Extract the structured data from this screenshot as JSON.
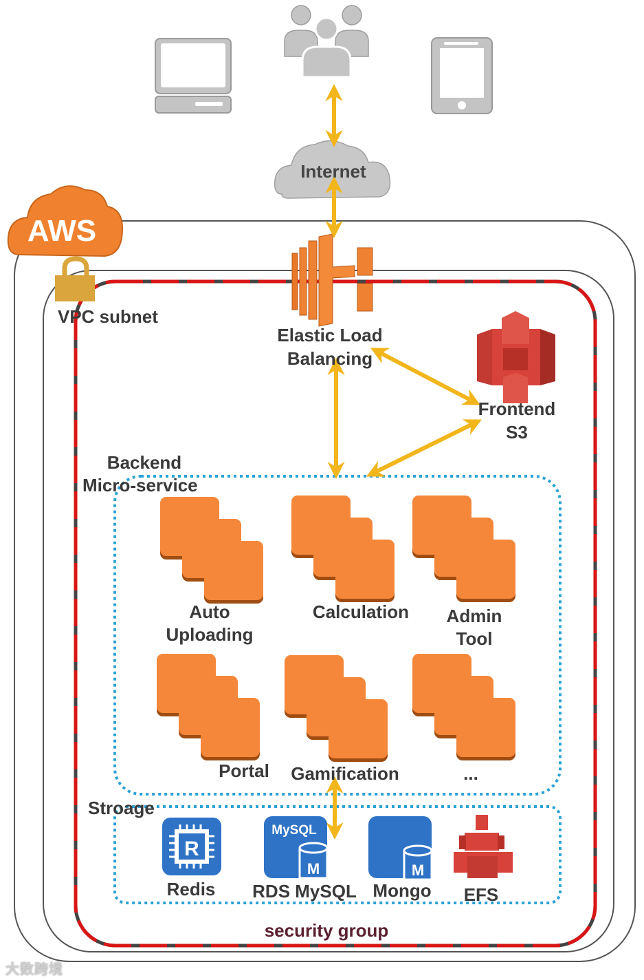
{
  "clients": {
    "desktop_icon": "desktop-computer-icon",
    "users_icon": "users-group-icon",
    "mobile_icon": "mobile-phone-icon"
  },
  "internet": {
    "label": "Internet",
    "icon": "cloud-icon"
  },
  "aws": {
    "label": "AWS",
    "icon": "aws-cloud-icon",
    "color": "#f0822f"
  },
  "vpc": {
    "label": "VPC  subnet",
    "icon": "lock-icon",
    "lock_color": "#d9a53c"
  },
  "elb": {
    "label_line1": "Elastic  Load",
    "label_line2": "Balancing",
    "icon": "elastic-load-balancing-icon",
    "color": "#f0822f"
  },
  "s3": {
    "label_line1": "Frontend",
    "label_line2": "S3",
    "icon": "s3-bucket-icon",
    "color": "#d7423a"
  },
  "backend": {
    "label_line1": "Backend",
    "label_line2": "Micro-service",
    "services": [
      {
        "line1": "Auto",
        "line2": "Uploading"
      },
      {
        "line1": "Calculation",
        "line2": ""
      },
      {
        "line1": "Admin",
        "line2": "Tool"
      },
      {
        "line1": "Portal",
        "line2": ""
      },
      {
        "line1": "Gamification",
        "line2": ""
      },
      {
        "line1": "...",
        "line2": ""
      }
    ],
    "instance_color": "#f5873a"
  },
  "storage": {
    "label": "Stroage",
    "items": [
      {
        "label": "Redis",
        "icon": "redis-chip-icon"
      },
      {
        "label": "RDS MySQL",
        "icon": "rds-mysql-icon",
        "badge": "MySQL",
        "db_letter": "M"
      },
      {
        "label": "Mongo",
        "icon": "mongo-db-icon",
        "db_letter": "M"
      },
      {
        "label": "EFS",
        "icon": "efs-cubes-icon"
      }
    ],
    "db_color": "#2e73c6"
  },
  "security_group": {
    "label": "security  group",
    "color": "#d81616"
  },
  "arrow_color": "#f2b61c",
  "watermark": "大数跨境"
}
